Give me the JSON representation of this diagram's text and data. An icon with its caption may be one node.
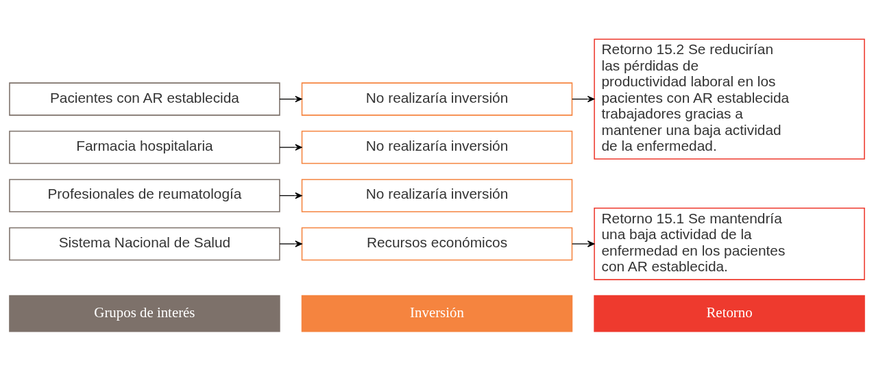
{
  "diagram": {
    "nodes": [
      {
        "text": [
          "Grupos de interés"
        ]
      },
      {
        "text": [
          "Inversión"
        ]
      },
      {
        "text": [
          "Retorno"
        ]
      },
      {
        "text": [
          "Sistema Nacional de Salud"
        ]
      },
      {
        "text": [
          "Profesionales de reumatología"
        ]
      },
      {
        "text": [
          "Farmacia hospitalaria"
        ]
      },
      {
        "text": [
          "Pacientes con AR establecida"
        ]
      },
      {
        "text": [
          "Recursos económicos"
        ]
      },
      {
        "text": [
          "No realizaría inversión"
        ]
      },
      {
        "text": [
          "No realizaría inversión"
        ]
      },
      {
        "text": [
          "No realizaría inversión"
        ]
      },
      {
        "text": [
          "Retorno 15.1 Se mantendría una baja actividad de la enfermedad en los pacientes con AR establecida."
        ]
      },
      {
        "text": [
          "Retorno 15.2 Se reducirían las pérdidas de productividad laboral en los pacientes con AR establecida trabajadores gracias a mantener una baja actividad de la enfermedad."
        ]
      }
    ],
    "edges": [
      {
        "from": 3,
        "to": 7,
        "arrow": "to"
      },
      {
        "from": 4,
        "to": 8,
        "arrow": "to"
      },
      {
        "from": 5,
        "to": 9,
        "arrow": "to"
      },
      {
        "from": 6,
        "to": 10,
        "arrow": "to"
      },
      {
        "from": 7,
        "to": 11,
        "arrow": "to"
      },
      {
        "from": 10,
        "to": 12,
        "arrow": "to"
      }
    ]
  }
}
